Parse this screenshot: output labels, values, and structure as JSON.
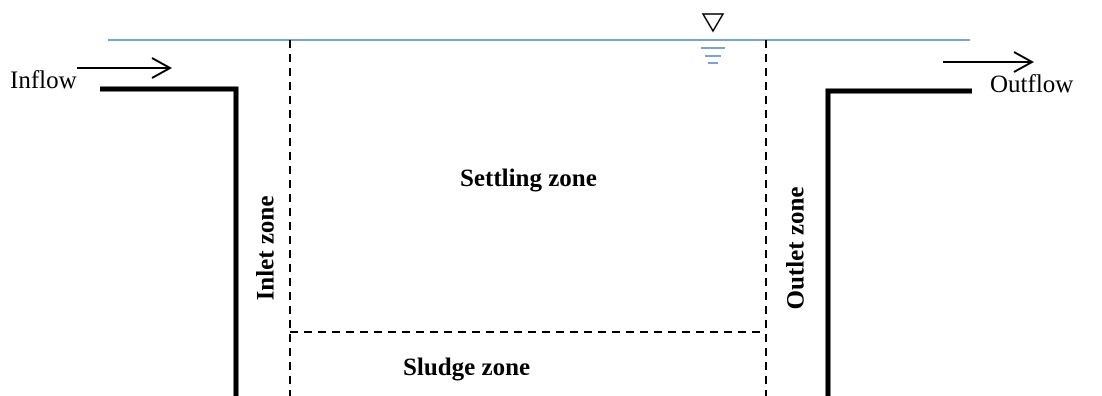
{
  "labels": {
    "inflow": "Inflow",
    "outflow": "Outflow",
    "settling_zone": "Settling zone",
    "sludge_zone": "Sludge zone",
    "inlet_zone": "Inlet zone",
    "outlet_zone": "Outlet zone"
  },
  "colors": {
    "water_surface": "#4a86c8",
    "structure": "#000000"
  }
}
